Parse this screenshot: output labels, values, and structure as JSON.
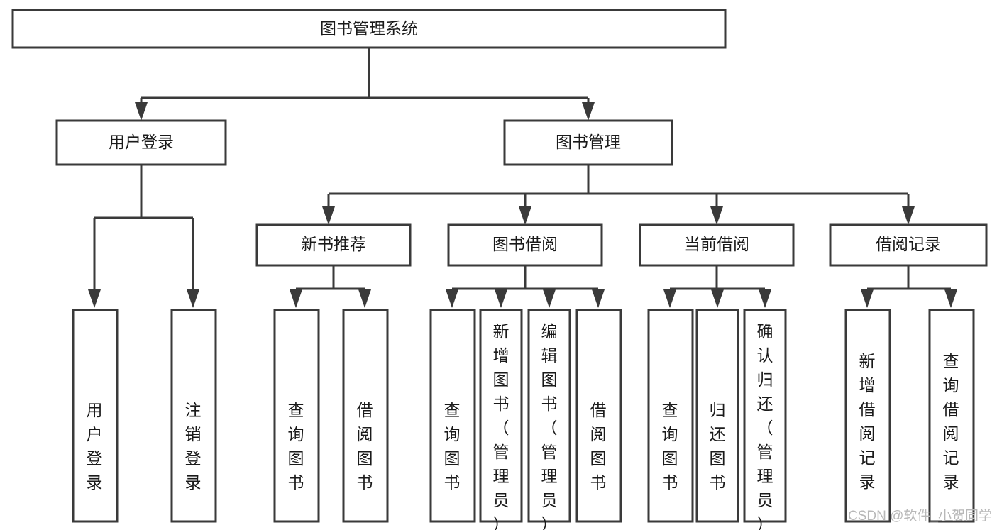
{
  "diagram": {
    "title": "图书管理系统",
    "type": "hierarchy-tree",
    "root": {
      "id": "root",
      "label": "图书管理系统"
    },
    "level2": [
      {
        "id": "user-login",
        "label": "用户登录"
      },
      {
        "id": "book-management",
        "label": "图书管理"
      }
    ],
    "level3": [
      {
        "id": "new-book-recommend",
        "label": "新书推荐",
        "parent": "book-management"
      },
      {
        "id": "book-borrow",
        "label": "图书借阅",
        "parent": "book-management"
      },
      {
        "id": "current-borrow",
        "label": "当前借阅",
        "parent": "book-management"
      },
      {
        "id": "borrow-record",
        "label": "借阅记录",
        "parent": "book-management"
      }
    ],
    "leaves": [
      {
        "id": "leaf-user-login",
        "label": "用户登录",
        "parent": "user-login"
      },
      {
        "id": "leaf-logout",
        "label": "注销登录",
        "parent": "user-login"
      },
      {
        "id": "leaf-query-book-1",
        "label": "查询图书",
        "parent": "new-book-recommend"
      },
      {
        "id": "leaf-borrow-book-1",
        "label": "借阅图书",
        "parent": "new-book-recommend"
      },
      {
        "id": "leaf-query-book-2",
        "label": "查询图书",
        "parent": "book-borrow"
      },
      {
        "id": "leaf-add-book",
        "label": "新增图书（管理员）",
        "parent": "book-borrow"
      },
      {
        "id": "leaf-edit-book",
        "label": "编辑图书（管理员）",
        "parent": "book-borrow"
      },
      {
        "id": "leaf-borrow-book-2",
        "label": "借阅图书",
        "parent": "book-borrow"
      },
      {
        "id": "leaf-query-book-3",
        "label": "查询图书",
        "parent": "current-borrow"
      },
      {
        "id": "leaf-return-book",
        "label": "归还图书",
        "parent": "current-borrow"
      },
      {
        "id": "leaf-confirm-return",
        "label": "确认归还（管理员）",
        "parent": "current-borrow"
      },
      {
        "id": "leaf-add-record",
        "label": "新增借阅记录",
        "parent": "borrow-record"
      },
      {
        "id": "leaf-query-record",
        "label": "查询借阅记录",
        "parent": "borrow-record"
      }
    ],
    "watermark": "CSDN @软件_小贺同学",
    "colors": {
      "stroke": "#3a3a3a",
      "box_fill": "#ffffff",
      "text": "#1a1a1a",
      "background": "#ffffff",
      "watermark": "#b8b8b8"
    }
  }
}
